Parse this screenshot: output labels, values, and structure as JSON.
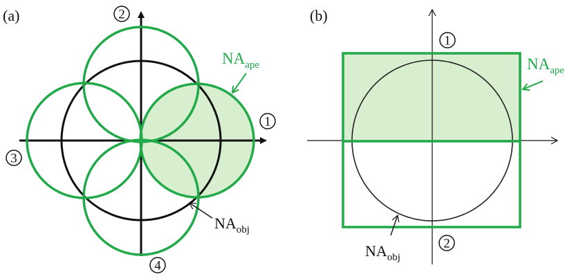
{
  "colors": {
    "green": "#22a94a",
    "green_fill": "#d7eecf",
    "black": "#111111"
  },
  "panel_a": {
    "label": "(a)",
    "markers": [
      "1",
      "2",
      "3",
      "4"
    ],
    "na_ape": {
      "base": "NA",
      "sub": "ape"
    },
    "na_obj": {
      "base": "NA",
      "sub": "obj"
    }
  },
  "panel_b": {
    "label": "(b)",
    "markers": [
      "1",
      "2"
    ],
    "na_ape": {
      "base": "NA",
      "sub": "ape"
    },
    "na_obj": {
      "base": "NA",
      "sub": "obj"
    }
  }
}
